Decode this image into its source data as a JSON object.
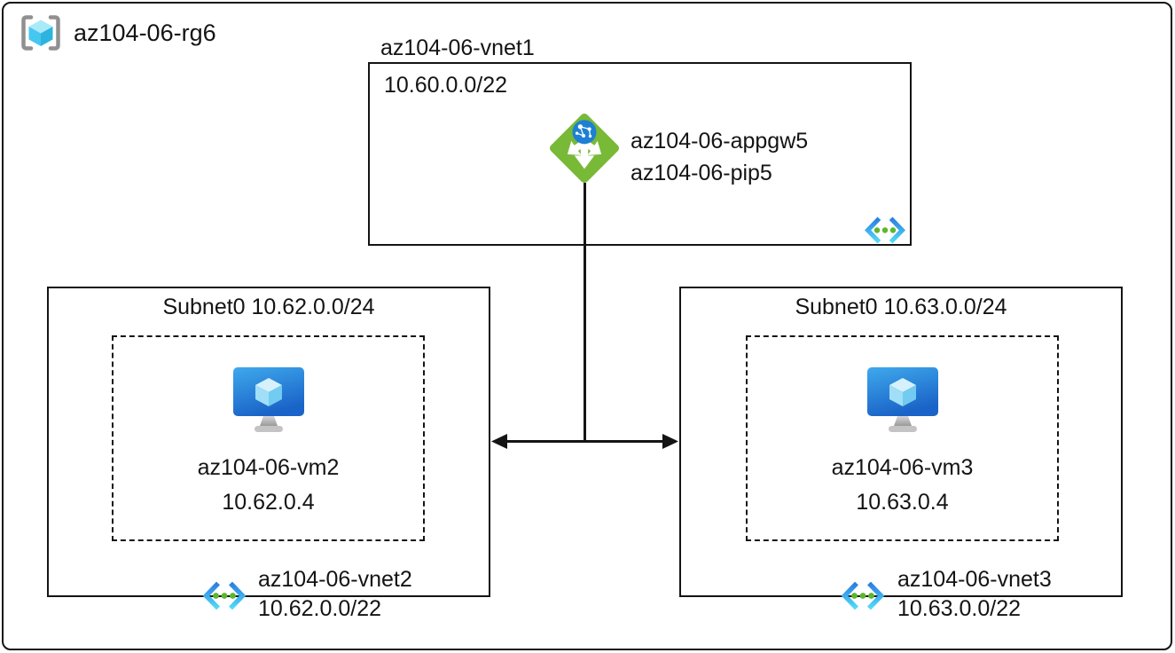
{
  "colors": {
    "background": "#ffffff",
    "line": "#141414",
    "appgw_green": "#78B937",
    "globe_blue": "#1D80D4",
    "vnet_blue_top": "#2A7DE1",
    "vnet_cyan_bottom": "#53DCF8",
    "vnet_dot_green": "#5CB72F",
    "vm_screen_light": "#3FA9EC",
    "vm_screen_dark": "#1A63C8",
    "rg_bracket_gray": "#909090",
    "rg_cube_cyan": "#46C7EF"
  },
  "resource_group": {
    "icon": "resource-group-icon",
    "label": "az104-06-rg6"
  },
  "vnet1": {
    "title": "az104-06-vnet1",
    "cidr": "10.60.0.0/22",
    "app_gateway": {
      "icon": "application-gateway-icon",
      "name": "az104-06-appgw5",
      "public_ip": "az104-06-pip5"
    },
    "vnet_icon": "virtual-network-icon"
  },
  "subnets": [
    {
      "title": "Subnet0 10.62.0.0/24",
      "vm": {
        "icon": "virtual-machine-icon",
        "name": "az104-06-vm2",
        "ip": "10.62.0.4"
      },
      "vnet": {
        "icon": "virtual-network-icon",
        "name": "az104-06-vnet2",
        "cidr": "10.62.0.0/22"
      }
    },
    {
      "title": "Subnet0 10.63.0.0/24",
      "vm": {
        "icon": "virtual-machine-icon",
        "name": "az104-06-vm3",
        "ip": "10.63.0.4"
      },
      "vnet": {
        "icon": "virtual-network-icon",
        "name": "az104-06-vnet3",
        "cidr": "10.63.0.0/22"
      }
    }
  ],
  "connections": [
    {
      "from": "az104-06-appgw5",
      "to": "vnet2-vnet3-link",
      "style": "plain-line"
    },
    {
      "from": "az104-06-vnet2",
      "to": "az104-06-vnet3",
      "style": "double-arrow"
    }
  ]
}
